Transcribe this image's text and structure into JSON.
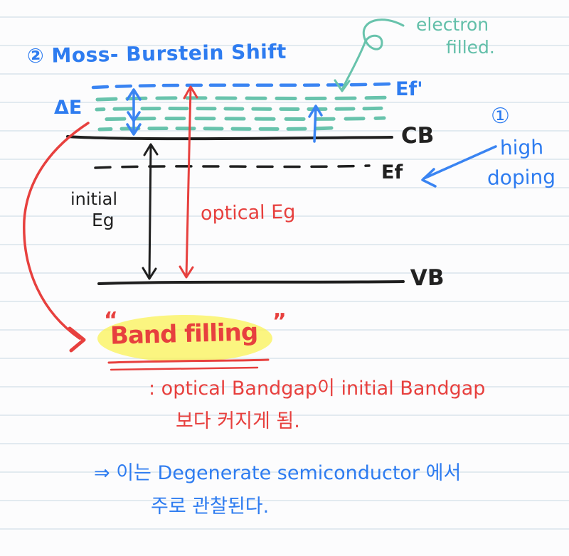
{
  "title": {
    "text": "② Moss- Burstein Shift"
  },
  "diagram": {
    "electron_filled": {
      "line1": "electron",
      "line2": "filled."
    },
    "ef_prime_label": "Ef'",
    "delta_e_label": "ΔE",
    "cb_label": "CB",
    "ef_label": "Ef",
    "vb_label": "VB",
    "initial_eg": {
      "line1": "initial",
      "line2": "Eg"
    },
    "optical_eg_label": "optical Eg",
    "high_doping": {
      "number": "①",
      "line1": "high",
      "line2": "doping"
    }
  },
  "notes": {
    "band_filling": {
      "open_quote": "“",
      "title": "Band filling",
      "close_quote": "”"
    },
    "definition": {
      "line1": ": optical Bandgap이 initial Bandgap",
      "line2": "보다 커지게 됨."
    },
    "conclusion": {
      "line1": "⇒ 이는 Degenerate semiconductor 에서",
      "line2": "주로 관찰된다."
    }
  },
  "colors": {
    "ink_blue": "#2e7cf0",
    "ink_teal": "#62bfa9",
    "ink_red": "#e7403e",
    "ink_black": "#212121",
    "highlight_yellow": "#fbf356",
    "paper": "#fcfcfd",
    "rule_line": "#d0dde8"
  }
}
